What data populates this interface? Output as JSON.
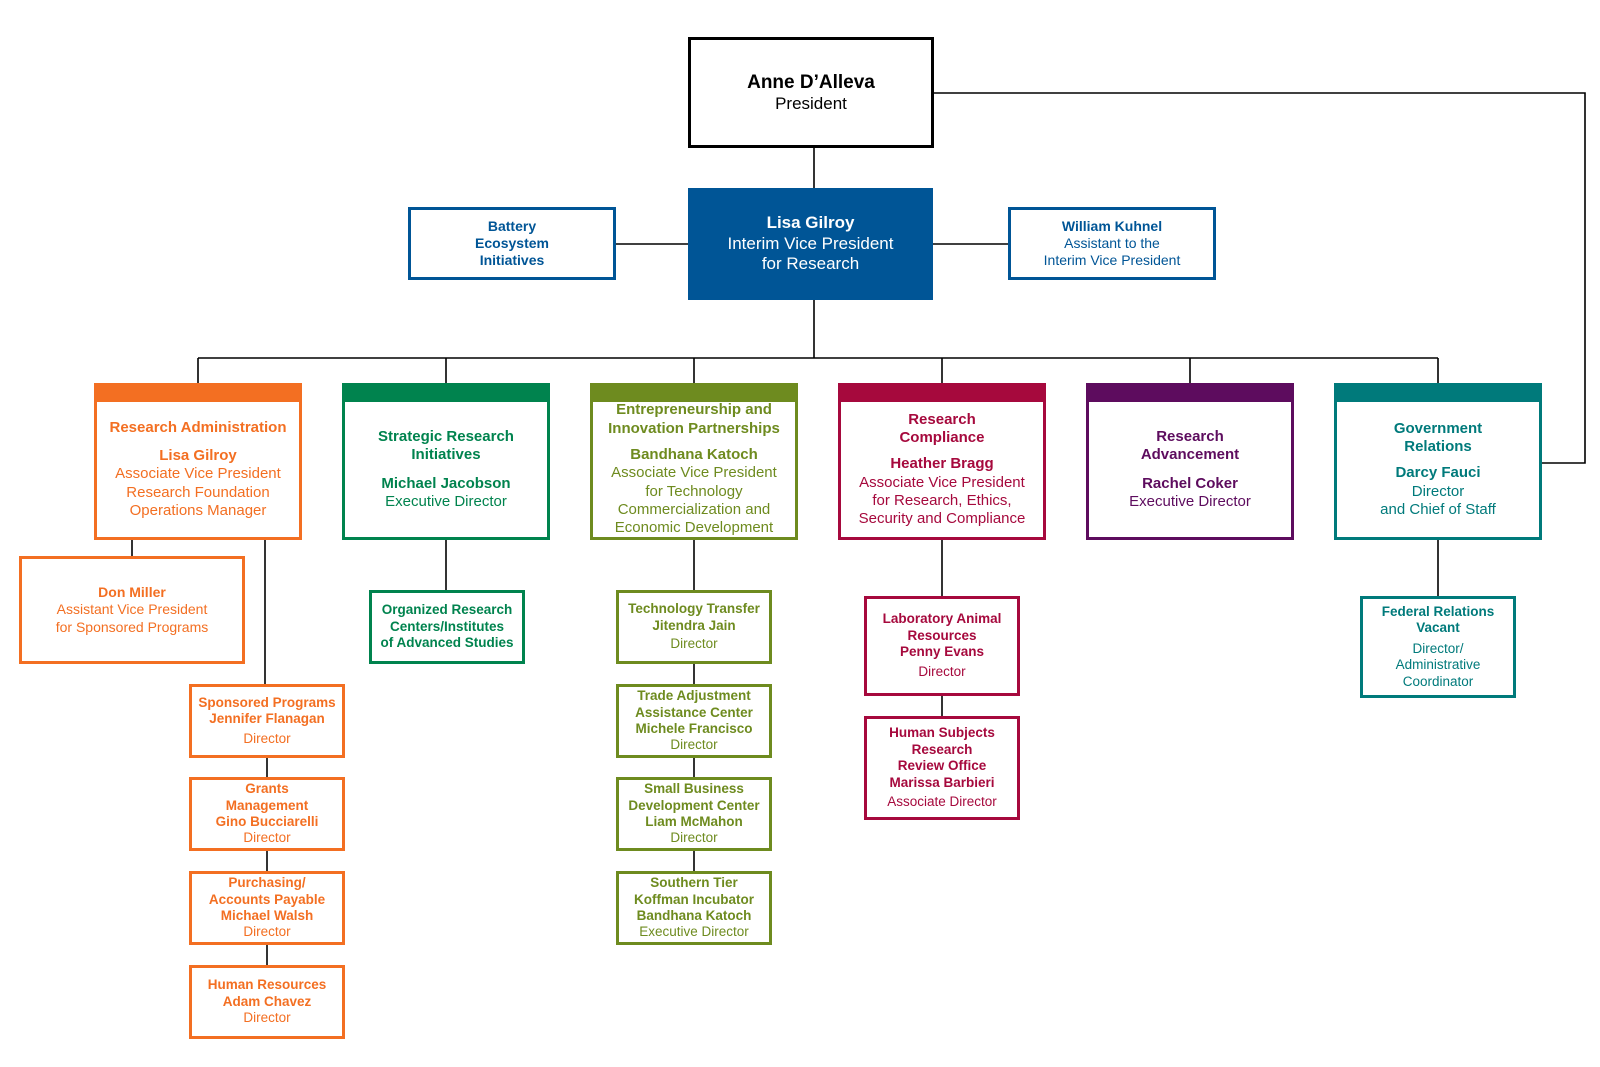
{
  "colors": {
    "black": "#000000",
    "blue": "#005596",
    "orange": "#f36f22",
    "green": "#00834e",
    "olive": "#6e8b1f",
    "crimson": "#a6093d",
    "purple": "#5d0c5e",
    "teal": "#007a7b"
  },
  "president": {
    "name": "Anne D’Alleva",
    "title": "President"
  },
  "vpr": {
    "name": "Lisa Gilroy",
    "title": "Interim Vice President\nfor Research"
  },
  "battery": {
    "name": "Battery\nEcosystem\nInitiatives"
  },
  "assistant": {
    "name": "William Kuhnel",
    "title": "Assistant to the\nInterim Vice President"
  },
  "divisions": {
    "research_admin": {
      "unit": "Research Administration",
      "name": "Lisa Gilroy",
      "title": "Associate Vice President\nResearch Foundation\nOperations Manager"
    },
    "strategic": {
      "unit": "Strategic Research\nInitiatives",
      "name": "Michael Jacobson",
      "title": "Executive Director"
    },
    "entrepreneurship": {
      "unit": "Entrepreneurship and\nInnovation Partnerships",
      "name": "Bandhana Katoch",
      "title": "Associate Vice President\nfor Technology\nCommercialization and\nEconomic Development"
    },
    "compliance": {
      "unit": "Research\nCompliance",
      "name": "Heather Bragg",
      "title": "Associate Vice President\nfor Research, Ethics,\nSecurity and Compliance"
    },
    "advancement": {
      "unit": "Research\nAdvancement",
      "name": "Rachel Coker",
      "title": "Executive Director"
    },
    "government": {
      "unit": "Government\nRelations",
      "name": "Darcy Fauci",
      "title": "Director\nand Chief of Staff"
    }
  },
  "units": {
    "don_miller": {
      "name": "Don Miller",
      "title": "Assistant Vice President\nfor Sponsored Programs"
    },
    "sponsored": {
      "name": "Sponsored Programs\nJennifer Flanagan",
      "title": "Director"
    },
    "grants": {
      "name": "Grants\nManagement\nGino Bucciarelli",
      "title": "Director"
    },
    "purchasing": {
      "name": "Purchasing/\nAccounts Payable\nMichael Walsh",
      "title": "Director"
    },
    "hr": {
      "name": "Human Resources\nAdam Chavez",
      "title": "Director"
    },
    "organized": {
      "name": "Organized Research\nCenters/Institutes\nof Advanced Studies"
    },
    "tech_transfer": {
      "name": "Technology Transfer\nJitendra Jain",
      "title": "Director"
    },
    "trade": {
      "name": "Trade Adjustment\nAssistance Center\nMichele Francisco",
      "title": "Director"
    },
    "small_business": {
      "name": "Small Business\nDevelopment Center\nLiam McMahon",
      "title": "Director"
    },
    "incubator": {
      "name": "Southern Tier\nKoffman Incubator\nBandhana Katoch",
      "title": "Executive Director"
    },
    "lab_animal": {
      "name": "Laboratory Animal\nResources\nPenny Evans",
      "title": "Director"
    },
    "human_subjects": {
      "name": "Human Subjects\nResearch\nReview Office\nMarissa Barbieri",
      "title": "Associate Director"
    },
    "federal": {
      "name": "Federal Relations\nVacant",
      "title": "Director/\nAdministrative\nCoordinator"
    }
  }
}
